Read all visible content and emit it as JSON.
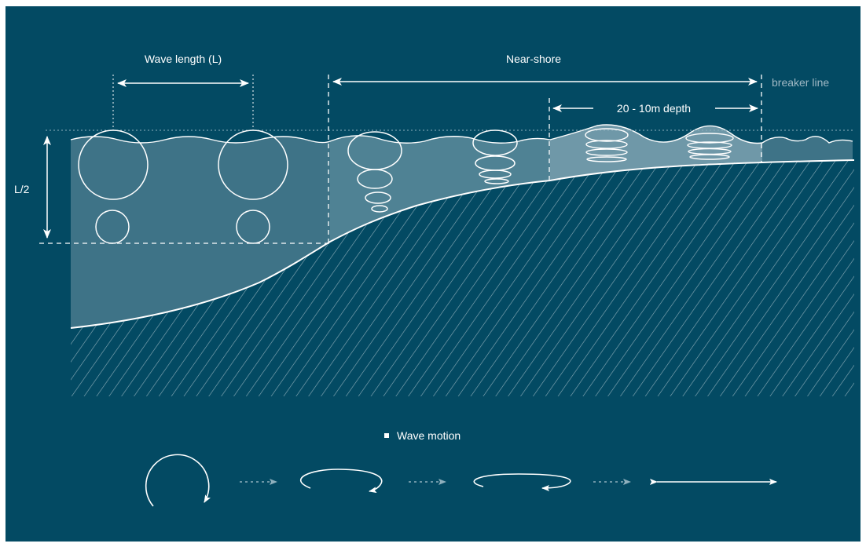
{
  "diagram": {
    "labels": {
      "wave_length": "Wave length (L)",
      "near_shore": "Near-shore",
      "breaker_line": "breaker line",
      "depth": "20 - 10m depth",
      "half_length": "L/2",
      "legend": "Wave motion"
    },
    "colors": {
      "background": "#034a63",
      "deep_water": "#3e7387",
      "shallow_water": "#6f98a8",
      "line": "#ffffff",
      "muted_text": "#9fb8c4"
    }
  }
}
